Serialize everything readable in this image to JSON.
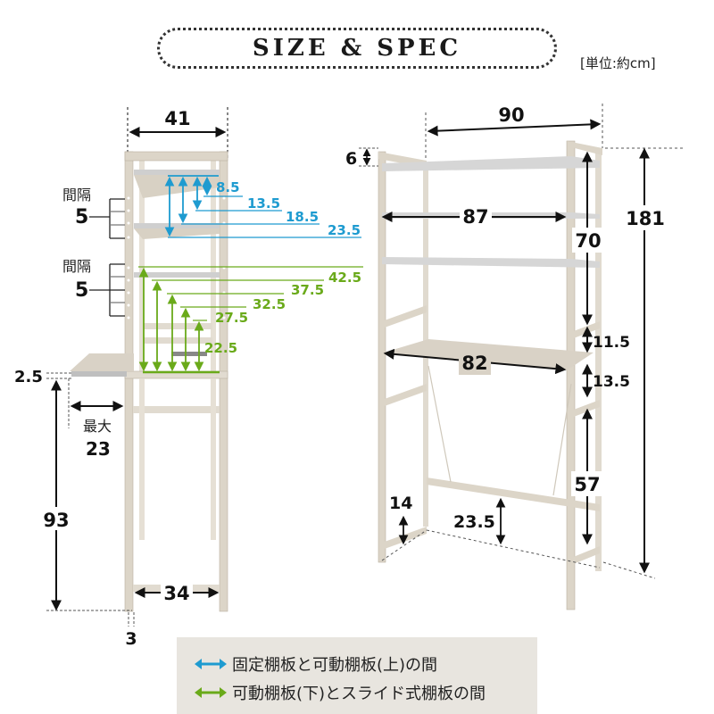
{
  "header": {
    "title": "SIZE & SPEC",
    "unit": "[単位:約cm]"
  },
  "colors": {
    "blue_dim": "#1e9bd0",
    "green_dim": "#6aaa1a",
    "black_dim": "#111111",
    "frame": "#dcd5c8",
    "frame_edge": "#b9b0a0",
    "shelf_top": "#cfcfcf",
    "shelf_side": "#d8d1c4",
    "legend_bg": "#e8e5df"
  },
  "side_view": {
    "width_label": "41",
    "pitch_label_upper": "間隔",
    "pitch_value_upper": "5",
    "pitch_label_lower": "間隔",
    "pitch_value_lower": "5",
    "blue_dims": [
      "8.5",
      "13.5",
      "18.5",
      "23.5"
    ],
    "green_dims": [
      "42.5",
      "37.5",
      "32.5",
      "27.5",
      "22.5"
    ],
    "slide_thickness": "2.5",
    "slide_max_label": "最大",
    "slide_max_value": "23",
    "slide_height": "93",
    "base_depth": "34",
    "foot_height": "3"
  },
  "front_view": {
    "total_width": "90",
    "top_rail": "6",
    "inner_width": "87",
    "upper_gap": "70",
    "total_height": "181",
    "gap_above_slide": "11.5",
    "slide_width": "82",
    "gap_below_slide": "13.5",
    "lower_gap": "57",
    "side_rail_height": "14",
    "back_rail_height": "23.5"
  },
  "legend": {
    "items": [
      {
        "color": "#1e9bd0",
        "label": "固定棚板と可動棚板(上)の間"
      },
      {
        "color": "#6aaa1a",
        "label": "可動棚板(下)とスライド式棚板の間"
      }
    ]
  }
}
